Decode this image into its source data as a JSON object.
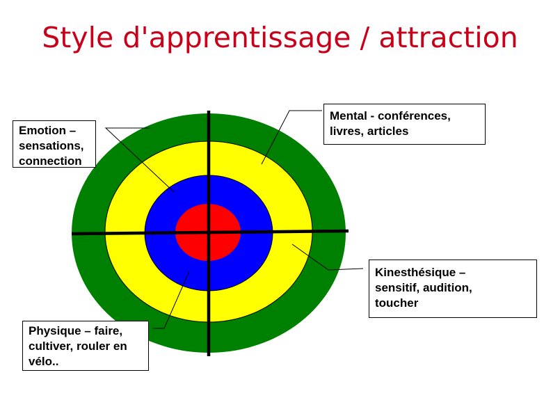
{
  "title": "Style d'apprentissage / attraction",
  "rings": [
    {
      "name": "outer",
      "color": "#008000"
    },
    {
      "name": "second",
      "color": "#ffff00"
    },
    {
      "name": "third",
      "color": "#0000ff"
    },
    {
      "name": "center",
      "color": "#ff0000"
    }
  ],
  "labels": {
    "emotion": "Emotion –\nsensations,\nconnection",
    "mental": "Mental - conférences,\nlivres, articles",
    "kinesthesique": "Kinesthésique –\nsensitif, audition,\ntoucher",
    "physique": "Physique – faire,\ncultiver, rouler en\nvélo.."
  }
}
